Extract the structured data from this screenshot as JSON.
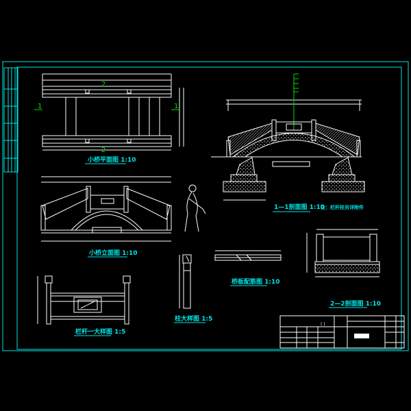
{
  "drawing": {
    "views": {
      "plan": {
        "title": "小桥平面图 1:10"
      },
      "elevation": {
        "title": "小桥立面图 1:10"
      },
      "section_1": {
        "title": "1—1剖面图 1:10"
      },
      "note": {
        "title": "注：栏杆柱另详附件"
      },
      "railing_detail": {
        "title": "栏杆一大样图 1:5"
      },
      "column_detail": {
        "title": "柱大样图 1:5"
      },
      "slab_rebar": {
        "title": "桥板配筋图 1:10"
      },
      "section_2": {
        "title": "2—2剖面图 1:10"
      }
    },
    "section_markers": {
      "one": "1",
      "two": "2"
    },
    "title_block": {
      "bracket": "(    )"
    },
    "colors": {
      "background": "#000000",
      "lines": "#ffffff",
      "frame": "#00e5e5",
      "markers": "#00e000"
    }
  }
}
